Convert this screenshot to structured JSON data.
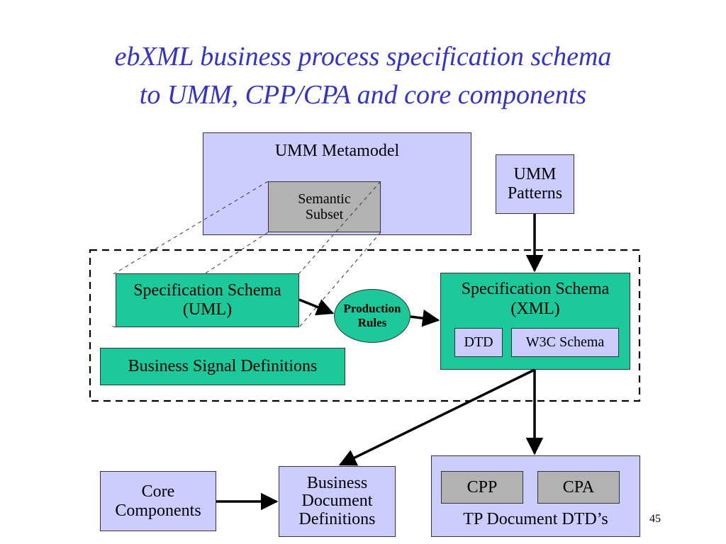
{
  "slide": {
    "title_line1": "ebXML business process specification schema",
    "title_line2": "to UMM, CPP/CPA and core components",
    "page_number": "45"
  },
  "colors": {
    "title": "#3333cc",
    "lavender": "#ccccff",
    "green": "#1bc99a",
    "gray": "#b2b2b2"
  },
  "nodes": {
    "umm_metamodel": {
      "label": "UMM Metamodel"
    },
    "semantic_subset": {
      "line1": "Semantic",
      "line2": "Subset"
    },
    "umm_patterns": {
      "line1": "UMM",
      "line2": "Patterns"
    },
    "spec_schema_uml": {
      "line1": "Specification Schema",
      "line2": "(UML)"
    },
    "production_rules": {
      "line1": "Production",
      "line2": "Rules"
    },
    "spec_schema_xml": {
      "line1": "Specification Schema",
      "line2": "(XML)"
    },
    "dtd": {
      "label": "DTD"
    },
    "w3c_schema": {
      "label": "W3C Schema"
    },
    "business_signal_definitions": {
      "label": "Business Signal Definitions"
    },
    "core_components": {
      "line1": "Core",
      "line2": "Components"
    },
    "business_document_definitions": {
      "line1": "Business",
      "line2": "Document",
      "line3": "Definitions"
    },
    "tp_document_dtds": {
      "label": "TP Document DTD’s"
    },
    "cpp": {
      "label": "CPP"
    },
    "cpa": {
      "label": "CPA"
    }
  },
  "edges": [
    {
      "from": "spec_schema_uml",
      "to": "production_rules"
    },
    {
      "from": "production_rules",
      "to": "spec_schema_xml"
    },
    {
      "from": "umm_patterns",
      "to": "spec_schema_xml"
    },
    {
      "from": "spec_schema_xml",
      "to": "business_document_definitions"
    },
    {
      "from": "spec_schema_xml",
      "to": "tp_document_dtds"
    },
    {
      "from": "core_components",
      "to": "business_document_definitions"
    }
  ]
}
